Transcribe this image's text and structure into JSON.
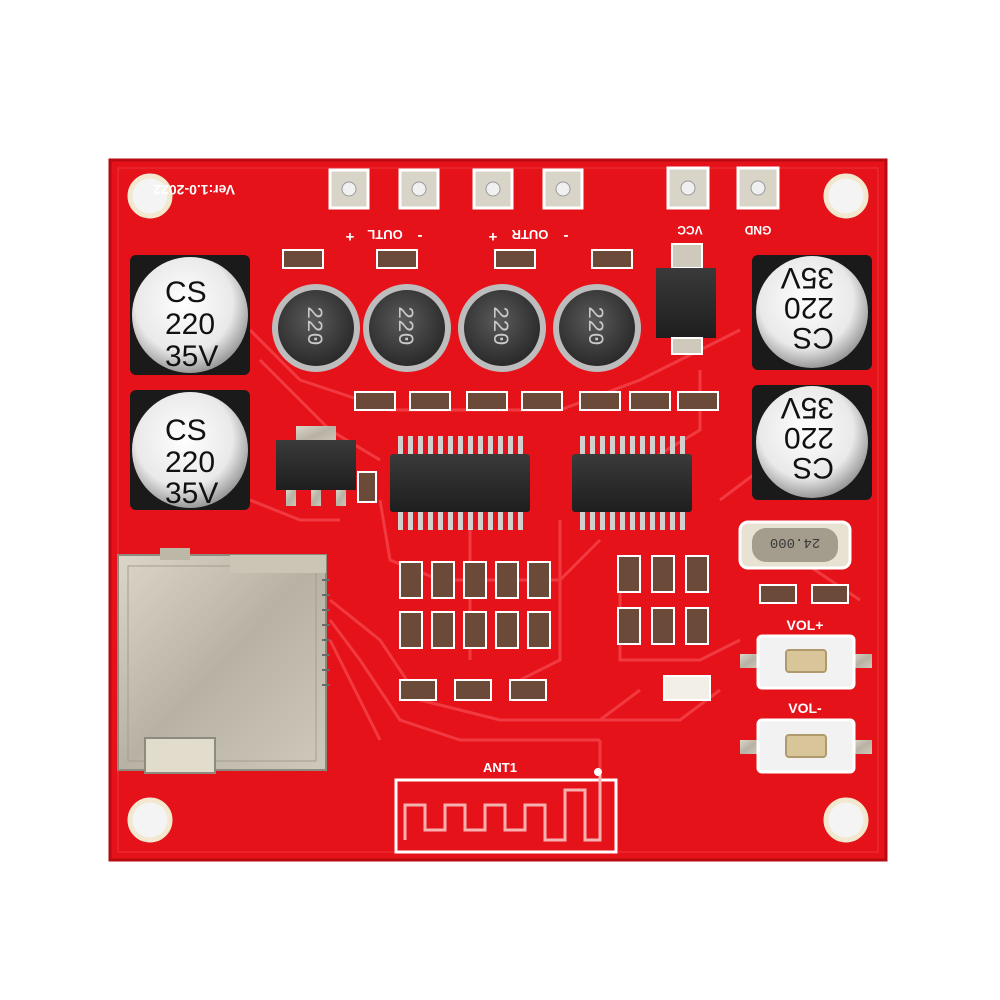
{
  "board": {
    "version": "Ver:1.0-2022",
    "terminals": {
      "outl_plus": "+",
      "outl": "OUTL",
      "outl_minus": "-",
      "outr_plus": "+",
      "outr": "OUTR",
      "outr_minus": "-",
      "vcc": "VCC",
      "gnd": "GND"
    },
    "capacitors": [
      {
        "brand": "CS",
        "value": "220",
        "voltage": "35V"
      },
      {
        "brand": "CS",
        "value": "220",
        "voltage": "35V"
      },
      {
        "brand": "CS",
        "value": "220",
        "voltage": "35V"
      },
      {
        "brand": "CS",
        "value": "220",
        "voltage": "35V"
      }
    ],
    "inductors": [
      "220",
      "220",
      "220",
      "220"
    ],
    "crystal": "24.000",
    "buttons": {
      "vol_up": "VOL+",
      "vol_down": "VOL-"
    },
    "antenna": "ANT1",
    "colors": {
      "pcb": "#e6121a",
      "pcb_edge": "#c20c12",
      "silk": "#ffffff",
      "pad": "#c8c4bc"
    }
  }
}
